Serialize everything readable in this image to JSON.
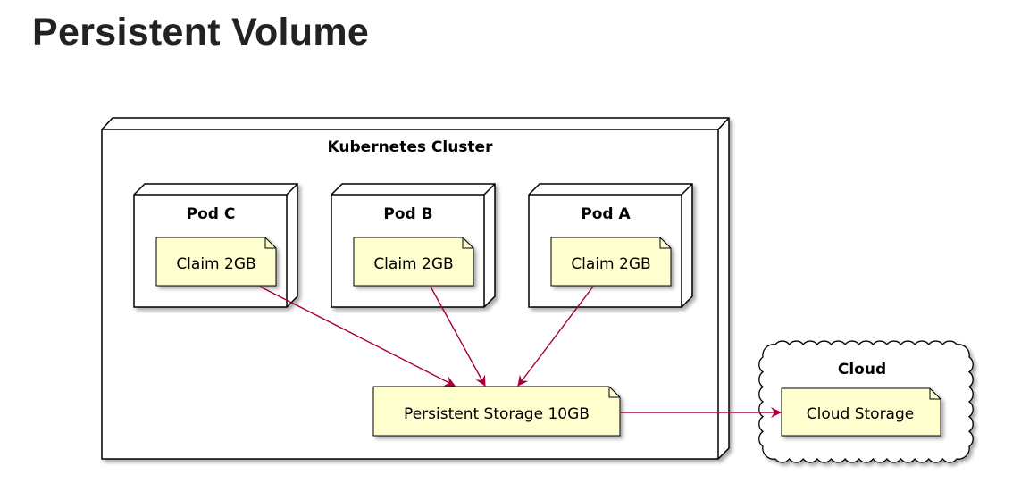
{
  "page": {
    "title": "Persistent Volume"
  },
  "diagram": {
    "cluster": {
      "label": "Kubernetes Cluster"
    },
    "pods": [
      {
        "label": "Pod C",
        "claim": "Claim 2GB"
      },
      {
        "label": "Pod B",
        "claim": "Claim 2GB"
      },
      {
        "label": "Pod A",
        "claim": "Claim 2GB"
      }
    ],
    "storage": {
      "label": "Persistent Storage 10GB"
    },
    "cloud": {
      "label": "Cloud",
      "storage": "Cloud Storage"
    },
    "colors": {
      "note_fill": "#fefece",
      "arrow": "#a80036",
      "border": "#000000"
    }
  }
}
